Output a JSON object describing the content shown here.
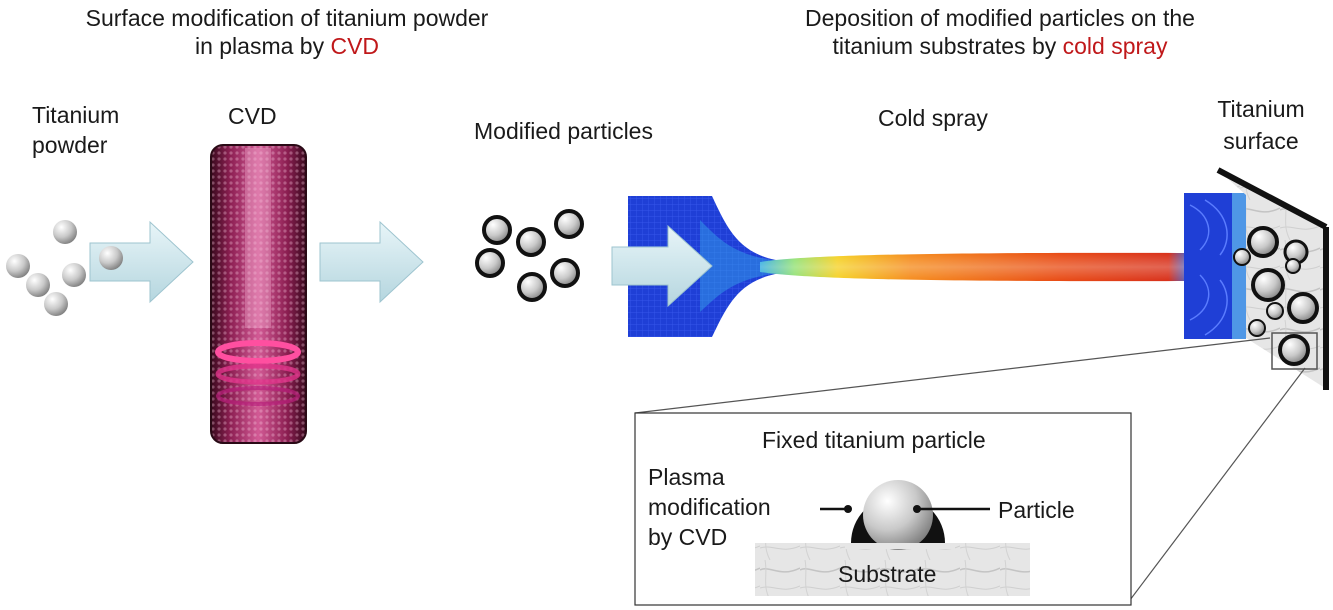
{
  "headings": {
    "left_line1": "Surface modification of titanium powder",
    "left_line2_prefix": "in plasma by ",
    "left_line2_highlight": "CVD",
    "right_line1": "Deposition of modified particles on the",
    "right_line2_prefix": "titanium substrates by ",
    "right_line2_highlight": "cold spray"
  },
  "labels": {
    "titanium_powder_1": "Titanium",
    "titanium_powder_2": "powder",
    "cvd": "CVD",
    "modified_particles": "Modified particles",
    "cold_spray": "Cold spray",
    "titanium_surface_1": "Titanium",
    "titanium_surface_2": "surface"
  },
  "inset": {
    "title": "Fixed titanium particle",
    "plasma_1": "Plasma",
    "plasma_2": "modification",
    "plasma_3": "by CVD",
    "particle": "Particle",
    "substrate": "Substrate"
  },
  "colors": {
    "highlight": "#c0181a",
    "arrow_fill": "#c6e2ea",
    "cvd_tube": "#7a1540",
    "nozzle_blue": "#1f3fd6"
  }
}
